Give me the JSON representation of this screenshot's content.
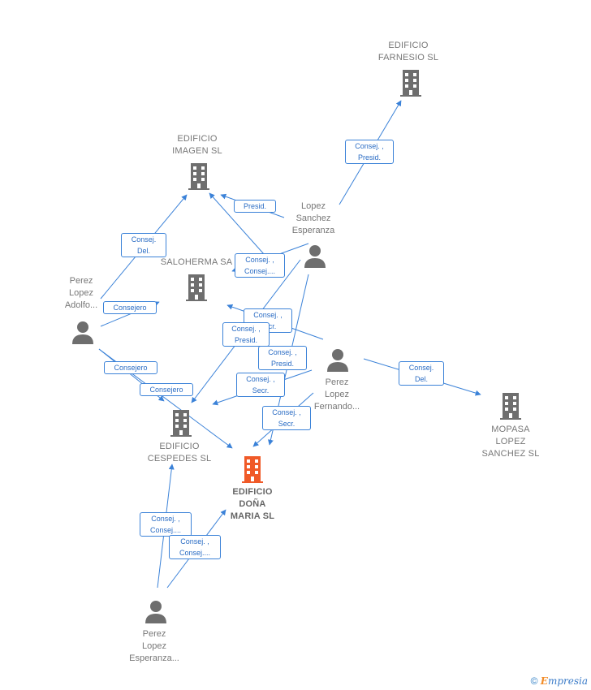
{
  "nodes": {
    "farnesio": {
      "label": "EDIFICIO\nFARNESIO SL",
      "type": "company"
    },
    "imagen": {
      "label": "EDIFICIO\nIMAGEN SL",
      "type": "company"
    },
    "saloherma": {
      "label": "SALOHERMA SA",
      "type": "company"
    },
    "cespedes": {
      "label": "EDIFICIO\nCESPEDES SL",
      "type": "company"
    },
    "dona_maria": {
      "label": "EDIFICIO\nDOÑA\nMARIA  SL",
      "type": "company",
      "highlight": true
    },
    "mopasa": {
      "label": "MOPASA\nLOPEZ\nSANCHEZ SL",
      "type": "company"
    },
    "lopez_sanchez": {
      "label": "Lopez\nSanchez\nEsperanza",
      "type": "person"
    },
    "perez_adolfo": {
      "label": "Perez\nLopez\nAdolfo...",
      "type": "person"
    },
    "perez_fernando": {
      "label": "Perez\nLopez\nFernando...",
      "type": "person"
    },
    "perez_esperanza": {
      "label": "Perez\nLopez\nEsperanza...",
      "type": "person"
    }
  },
  "edge_labels": {
    "e1": "Consej. ,\nPresid.",
    "e2": "Presid.",
    "e3": "Consej.\nDel.",
    "e4": "Consej. ,\nConsej....",
    "e5": "Consejero",
    "e6": "Consej. ,\nSecr.",
    "e7": "Consej. ,\nPresid.",
    "e8": "Consej. ,\nPresid.",
    "e9": "Consej.\nDel.",
    "e10": "Consejero",
    "e11": "Consejero",
    "e12": "Consej. ,\nSecr.",
    "e13": "Consej. ,\nSecr.",
    "e14": "Consej. ,\nConsej....",
    "e15": "Consej. ,\nConsej...."
  },
  "colors": {
    "edge": "#3b82d8",
    "icon": "#6e6e6e",
    "highlight": "#f05a28"
  },
  "footer": {
    "copyright": "©",
    "brand_initial": "E",
    "brand_rest": "mpresia"
  }
}
